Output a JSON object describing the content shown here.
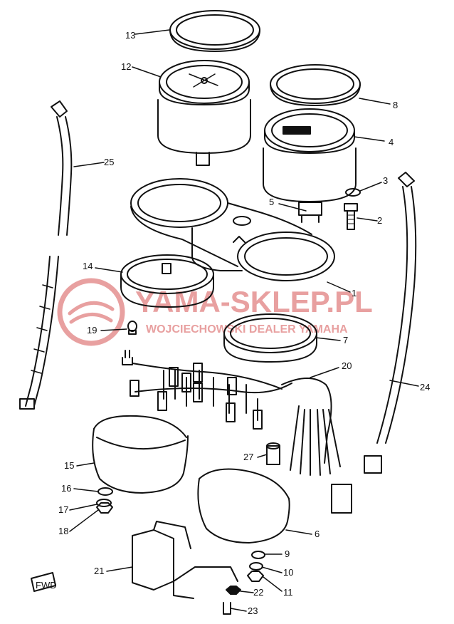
{
  "watermark": {
    "line1": "YAMA-SKLEP.PL",
    "line2": "WOJCIECHOWSKI DEALER YAMAHA",
    "color": "#e8a0a0"
  },
  "fwd_tag": "FWD",
  "callouts": [
    {
      "id": "13",
      "label": "13"
    },
    {
      "id": "12",
      "label": "12"
    },
    {
      "id": "8",
      "label": "8"
    },
    {
      "id": "4",
      "label": "4"
    },
    {
      "id": "25",
      "label": "25"
    },
    {
      "id": "3",
      "label": "3"
    },
    {
      "id": "5",
      "label": "5"
    },
    {
      "id": "2",
      "label": "2"
    },
    {
      "id": "14",
      "label": "14"
    },
    {
      "id": "1",
      "label": "1"
    },
    {
      "id": "19",
      "label": "19"
    },
    {
      "id": "7",
      "label": "7"
    },
    {
      "id": "20",
      "label": "20"
    },
    {
      "id": "24",
      "label": "24"
    },
    {
      "id": "27",
      "label": "27"
    },
    {
      "id": "15",
      "label": "15"
    },
    {
      "id": "16",
      "label": "16"
    },
    {
      "id": "17",
      "label": "17"
    },
    {
      "id": "18",
      "label": "18"
    },
    {
      "id": "6",
      "label": "6"
    },
    {
      "id": "9",
      "label": "9"
    },
    {
      "id": "10",
      "label": "10"
    },
    {
      "id": "21",
      "label": "21"
    },
    {
      "id": "11",
      "label": "11"
    },
    {
      "id": "22",
      "label": "22"
    },
    {
      "id": "23",
      "label": "23"
    }
  ]
}
